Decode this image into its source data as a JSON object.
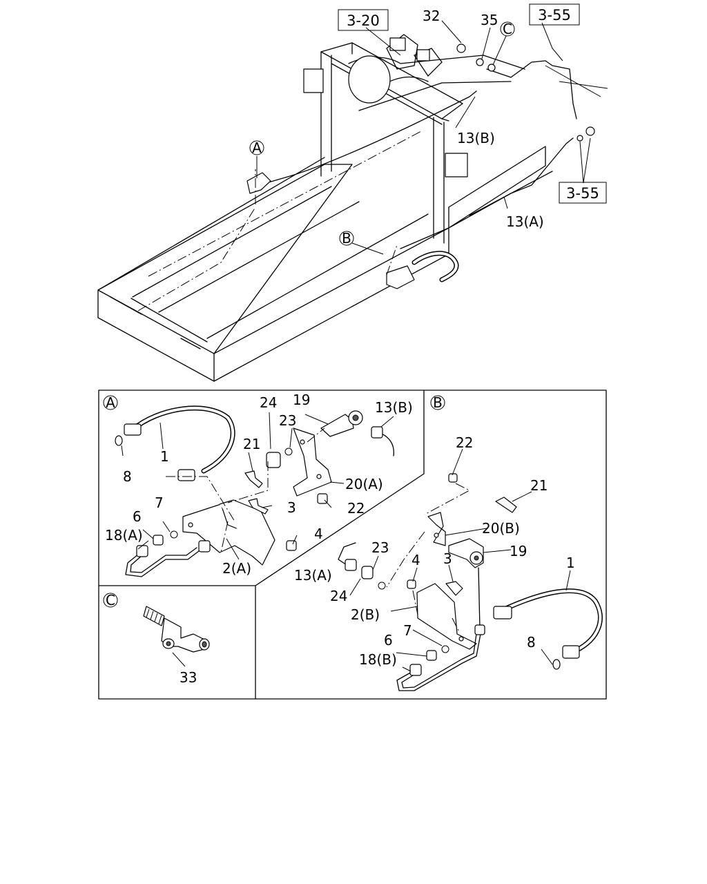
{
  "overview": {
    "refs": {
      "r1": "3-20",
      "r2": "3-55",
      "r3": "3-55"
    },
    "callouts": {
      "a": "A",
      "b": "B",
      "c": "C"
    },
    "labels": {
      "p32": "32",
      "p35": "35",
      "p13b": "13(B)",
      "p13a": "13(A)"
    }
  },
  "panel_a": {
    "tag": "A",
    "labels": {
      "p1": "1",
      "p8": "8",
      "p24": "24",
      "p19": "19",
      "p13b": "13(B)",
      "p23": "23",
      "p21": "21",
      "p20a": "20(A)",
      "p3": "3",
      "p22": "22",
      "p7": "7",
      "p6": "6",
      "p18a": "18(A)",
      "p4": "4",
      "p2a": "2(A)"
    }
  },
  "panel_b": {
    "tag": "B",
    "labels": {
      "p22": "22",
      "p21": "21",
      "p20b": "20(B)",
      "p19": "19",
      "p23": "23",
      "p4": "4",
      "p3": "3",
      "p1": "1",
      "p13a": "13(A)",
      "p24": "24",
      "p2b": "2(B)",
      "p7": "7",
      "p8": "8",
      "p6": "6",
      "p18b": "18(B)"
    }
  },
  "panel_c": {
    "tag": "C",
    "labels": {
      "p33": "33"
    }
  }
}
